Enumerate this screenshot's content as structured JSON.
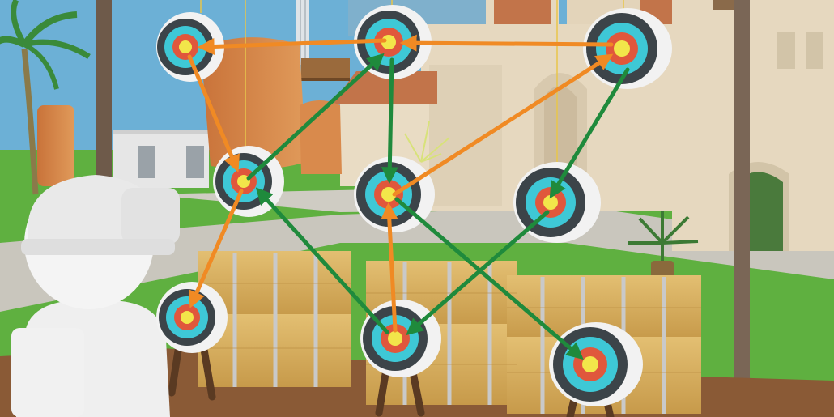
{
  "scene": {
    "type": "vr-archery-target-sequence",
    "colors": {
      "sky": "#6cb0d6",
      "grass": "#5fb040",
      "path": "#c9c6bd",
      "castle": "#e6d8bf",
      "hay": "#d6ae5e",
      "wood": "#8a5a36",
      "target_outer": "#f2f2f2",
      "target_ring_dark": "#3c4449",
      "target_ring_cyan": "#3ec8d6",
      "target_ring_red": "#e0573c",
      "target_center": "#f2e64a",
      "arrow_orange": "#f08a24",
      "arrow_green": "#1f8a3c",
      "avatar": "#f4f4f4"
    },
    "targets": [
      {
        "id": "t1",
        "row": "top",
        "column": "left",
        "mount": "hanging"
      },
      {
        "id": "t2",
        "row": "top",
        "column": "center",
        "mount": "hanging"
      },
      {
        "id": "t3",
        "row": "top",
        "column": "right",
        "mount": "hanging"
      },
      {
        "id": "t4",
        "row": "middle",
        "column": "left",
        "mount": "hanging"
      },
      {
        "id": "t5",
        "row": "middle",
        "column": "center",
        "mount": "hanging"
      },
      {
        "id": "t6",
        "row": "middle",
        "column": "right",
        "mount": "hanging"
      },
      {
        "id": "t7",
        "row": "bottom",
        "column": "left",
        "mount": "easel"
      },
      {
        "id": "t8",
        "row": "bottom",
        "column": "center",
        "mount": "easel"
      },
      {
        "id": "t9",
        "row": "bottom",
        "column": "right",
        "mount": "easel"
      }
    ],
    "arrows": [
      {
        "color": "orange",
        "from": "t3",
        "to": "t2"
      },
      {
        "color": "orange",
        "from": "t2",
        "to": "t1"
      },
      {
        "color": "orange",
        "from": "t1",
        "to": "t4"
      },
      {
        "color": "orange",
        "from": "t4",
        "to": "t7"
      },
      {
        "color": "orange",
        "from": "t8",
        "to": "t5"
      },
      {
        "color": "orange",
        "from": "t5",
        "to": "t3"
      },
      {
        "color": "green",
        "from": "t4",
        "to": "t2"
      },
      {
        "color": "green",
        "from": "t2",
        "to": "t5"
      },
      {
        "color": "green",
        "from": "t3",
        "to": "t6"
      },
      {
        "color": "green",
        "from": "t6",
        "to": "t8"
      },
      {
        "color": "green",
        "from": "t8",
        "to": "t4"
      },
      {
        "color": "green",
        "from": "t5",
        "to": "t9"
      }
    ]
  }
}
